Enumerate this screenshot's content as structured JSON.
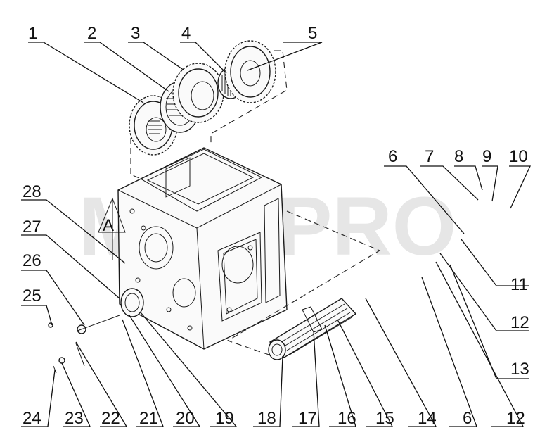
{
  "watermark": "MTZ-PRO",
  "view_marker": "A",
  "callouts": [
    {
      "id": "c1",
      "text": "1"
    },
    {
      "id": "c2",
      "text": "2"
    },
    {
      "id": "c3",
      "text": "3"
    },
    {
      "id": "c4",
      "text": "4"
    },
    {
      "id": "c5",
      "text": "5"
    },
    {
      "id": "c6a",
      "text": "6"
    },
    {
      "id": "c7",
      "text": "7"
    },
    {
      "id": "c8",
      "text": "8"
    },
    {
      "id": "c9",
      "text": "9"
    },
    {
      "id": "c10",
      "text": "10"
    },
    {
      "id": "c11",
      "text": "11"
    },
    {
      "id": "c12a",
      "text": "12"
    },
    {
      "id": "c13",
      "text": "13"
    },
    {
      "id": "c12b",
      "text": "12"
    },
    {
      "id": "c6b",
      "text": "6"
    },
    {
      "id": "c14",
      "text": "14"
    },
    {
      "id": "c15",
      "text": "15"
    },
    {
      "id": "c16",
      "text": "16"
    },
    {
      "id": "c17",
      "text": "17"
    },
    {
      "id": "c18",
      "text": "18"
    },
    {
      "id": "c19",
      "text": "19"
    },
    {
      "id": "c20",
      "text": "20"
    },
    {
      "id": "c21",
      "text": "21"
    },
    {
      "id": "c22",
      "text": "22"
    },
    {
      "id": "c23",
      "text": "23"
    },
    {
      "id": "c24",
      "text": "24"
    },
    {
      "id": "c25",
      "text": "25"
    },
    {
      "id": "c26",
      "text": "26"
    },
    {
      "id": "c27",
      "text": "27"
    },
    {
      "id": "c28",
      "text": "28"
    }
  ]
}
